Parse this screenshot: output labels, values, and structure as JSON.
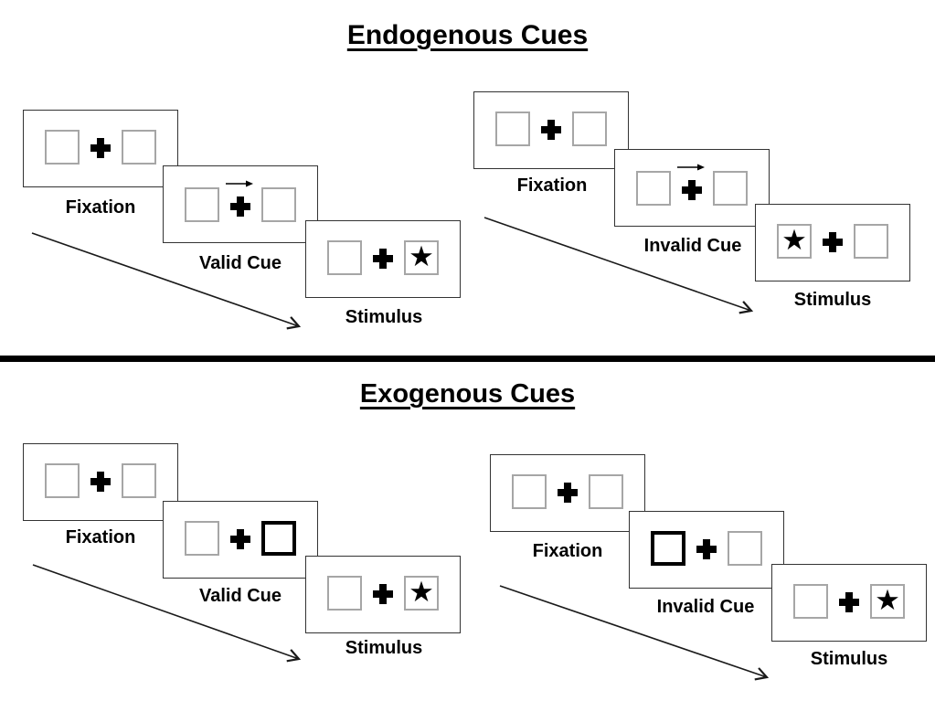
{
  "figure_type": "attention-cueing-paradigm-diagram",
  "sections": [
    {
      "id": "endogenous",
      "title": "Endogenous Cues",
      "cue_style": "central-arrow",
      "groups": [
        {
          "id": "valid",
          "panels": [
            {
              "label": "Fixation",
              "cue": "none",
              "star": "none"
            },
            {
              "label": "Valid Cue",
              "cue": "arrow-right",
              "star": "none"
            },
            {
              "label": "Stimulus",
              "cue": "none",
              "star": "right"
            }
          ]
        },
        {
          "id": "invalid",
          "panels": [
            {
              "label": "Fixation",
              "cue": "none",
              "star": "none"
            },
            {
              "label": "Invalid Cue",
              "cue": "arrow-right",
              "star": "none"
            },
            {
              "label": "Stimulus",
              "cue": "none",
              "star": "left"
            }
          ]
        }
      ]
    },
    {
      "id": "exogenous",
      "title": "Exogenous Cues",
      "cue_style": "peripheral-bold-box",
      "groups": [
        {
          "id": "valid",
          "panels": [
            {
              "label": "Fixation",
              "cue": "none",
              "star": "none"
            },
            {
              "label": "Valid Cue",
              "cue": "bold-right",
              "star": "none"
            },
            {
              "label": "Stimulus",
              "cue": "none",
              "star": "right"
            }
          ]
        },
        {
          "id": "invalid",
          "panels": [
            {
              "label": "Fixation",
              "cue": "none",
              "star": "none"
            },
            {
              "label": "Invalid Cue",
              "cue": "bold-left",
              "star": "none"
            },
            {
              "label": "Stimulus",
              "cue": "none",
              "star": "right"
            }
          ]
        }
      ]
    }
  ],
  "glyphs": {
    "star": "★"
  },
  "colors": {
    "ink": "#000000",
    "panel_border": "#333333",
    "box_border": "#a6a6a6",
    "background": "#ffffff"
  }
}
